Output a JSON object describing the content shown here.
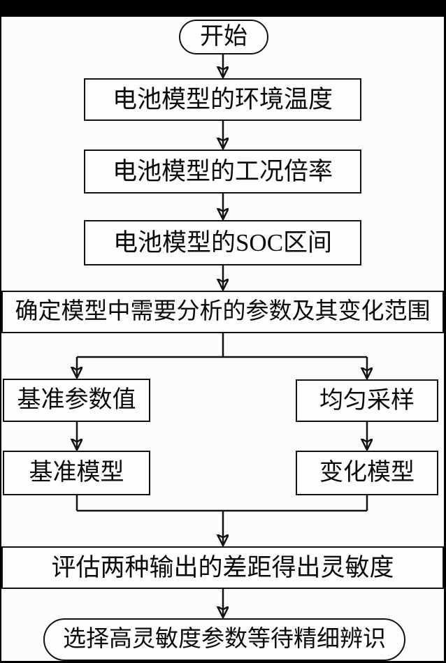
{
  "diagram": {
    "type": "flowchart",
    "language": "zh-CN",
    "colors": {
      "line": "#121212",
      "text": "#0a0a0a",
      "node_fill": "#fdfdfd",
      "canvas_background": "#fcfcfc",
      "frame_border": "#000000"
    },
    "nodes": {
      "start": "开始",
      "step_ambient_temperature": "电池模型的环境温度",
      "step_operating_rate": "电池模型的工况倍率",
      "step_soc_range": "电池模型的SOC区间",
      "step_determine_parameters": "确定模型中需要分析的参数及其变化范围",
      "branch_baseline_value": "基准参数值",
      "branch_uniform_sampling": "均匀采样",
      "branch_baseline_model": "基准模型",
      "branch_varied_model": "变化模型",
      "step_evaluate_sensitivity": "评估两种输出的差距得出灵敏度",
      "end": "选择高灵敏度参数等待精细辨识"
    }
  }
}
